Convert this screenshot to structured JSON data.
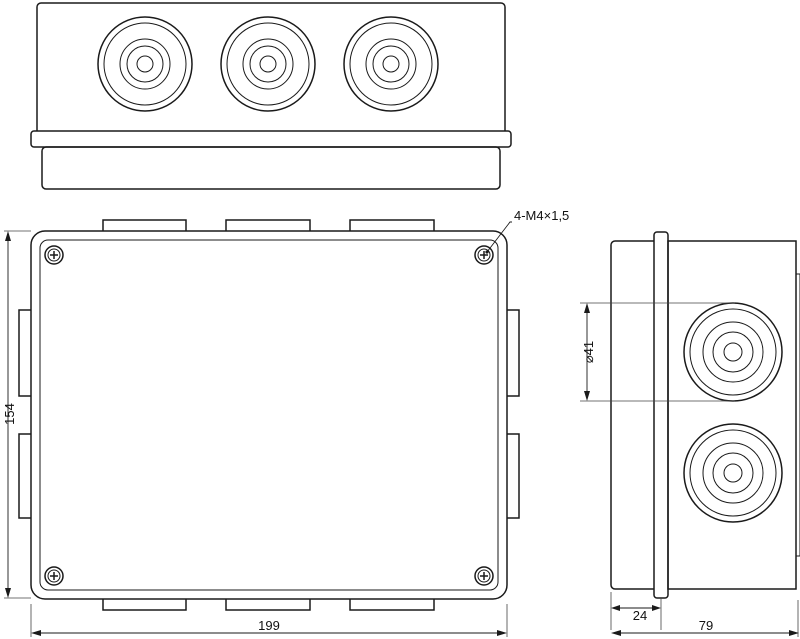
{
  "dimensions": {
    "width": "199",
    "height": "154",
    "depth_total": "79",
    "depth_lid": "24",
    "gland_diameter": "⌀41"
  },
  "annotations": {
    "screw_callout": "4-M4×1,5"
  }
}
